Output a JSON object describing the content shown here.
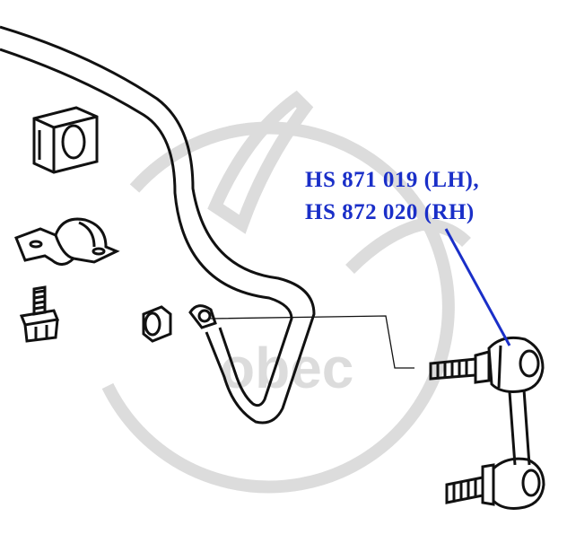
{
  "part_numbers": {
    "line1": "HS 871 019 (LH),",
    "line2": "HS 872 020 (RH)"
  },
  "watermark": {
    "text": "obec"
  },
  "colors": {
    "label": "#1a2fc8",
    "leader": "#1a2fc8",
    "drawing": "#111111",
    "watermark": "#dcdcdc",
    "background": "#ffffff"
  },
  "components": [
    "stabilizer-bar",
    "bushing",
    "bushing-bracket",
    "bracket-bolt",
    "link-nut",
    "stabilizer-link"
  ]
}
